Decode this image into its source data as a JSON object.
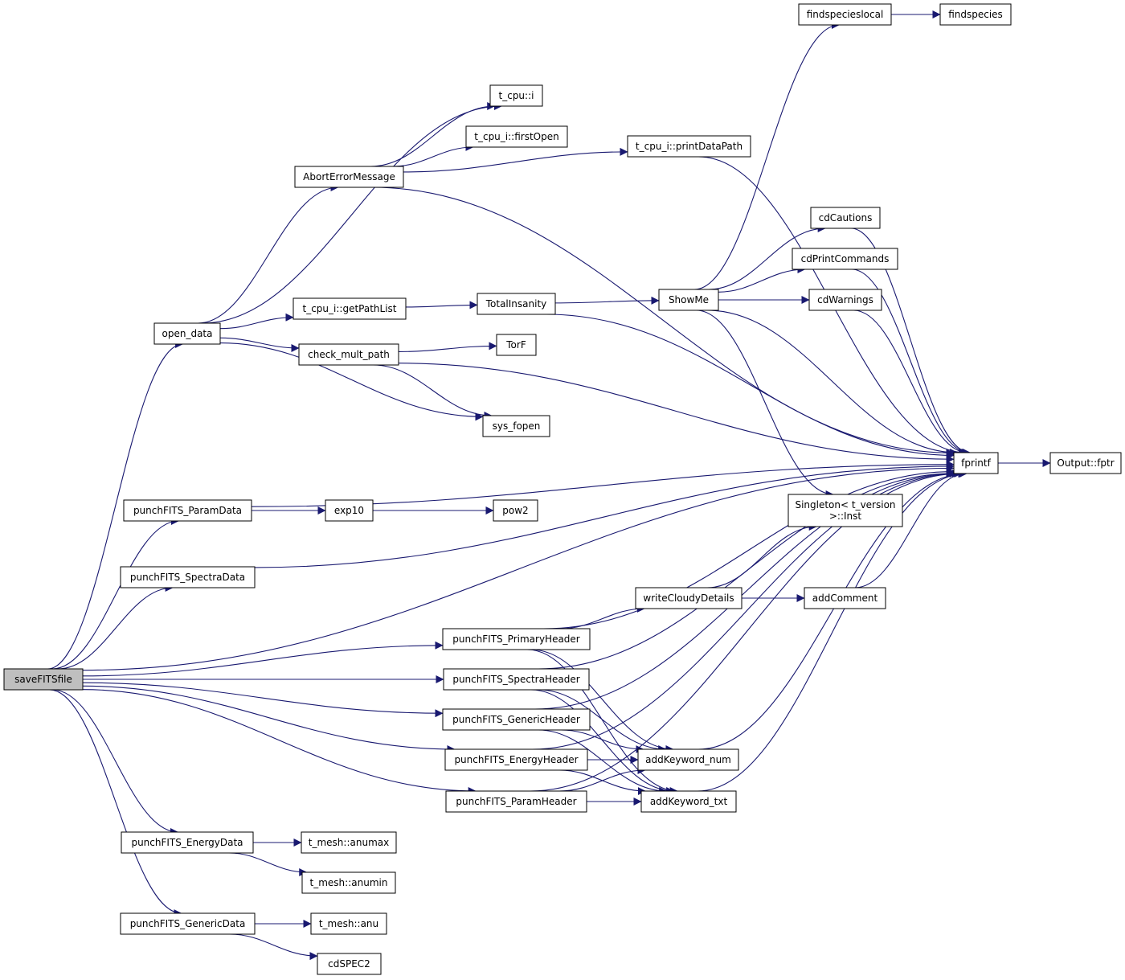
{
  "graph": {
    "type": "call-graph",
    "edge_color": "#191970",
    "root_fill": "#bfbfbf",
    "nodes": [
      {
        "id": "saveFITSfile",
        "lines": [
          "saveFITSfile"
        ],
        "root": true
      },
      {
        "id": "open_data",
        "lines": [
          "open_data"
        ]
      },
      {
        "id": "punchFITS_ParamData",
        "lines": [
          "punchFITS_ParamData"
        ]
      },
      {
        "id": "punchFITS_SpectraData",
        "lines": [
          "punchFITS_SpectraData"
        ]
      },
      {
        "id": "punchFITS_EnergyData",
        "lines": [
          "punchFITS_EnergyData"
        ]
      },
      {
        "id": "punchFITS_GenericData",
        "lines": [
          "punchFITS_GenericData"
        ]
      },
      {
        "id": "AbortErrorMessage",
        "lines": [
          "AbortErrorMessage"
        ]
      },
      {
        "id": "t_cpu_i_getPathList",
        "lines": [
          "t_cpu_i::getPathList"
        ]
      },
      {
        "id": "check_mult_path",
        "lines": [
          "check_mult_path"
        ]
      },
      {
        "id": "t_cpu_i",
        "lines": [
          "t_cpu::i"
        ]
      },
      {
        "id": "t_cpu_i_firstOpen",
        "lines": [
          "t_cpu_i::firstOpen"
        ]
      },
      {
        "id": "TotalInsanity",
        "lines": [
          "TotalInsanity"
        ]
      },
      {
        "id": "TorF",
        "lines": [
          "TorF"
        ]
      },
      {
        "id": "sys_fopen",
        "lines": [
          "sys_fopen"
        ]
      },
      {
        "id": "exp10",
        "lines": [
          "exp10"
        ]
      },
      {
        "id": "pow2",
        "lines": [
          "pow2"
        ]
      },
      {
        "id": "punchFITS_PrimaryHeader",
        "lines": [
          "punchFITS_PrimaryHeader"
        ]
      },
      {
        "id": "punchFITS_SpectraHeader",
        "lines": [
          "punchFITS_SpectraHeader"
        ]
      },
      {
        "id": "punchFITS_GenericHeader",
        "lines": [
          "punchFITS_GenericHeader"
        ]
      },
      {
        "id": "punchFITS_EnergyHeader",
        "lines": [
          "punchFITS_EnergyHeader"
        ]
      },
      {
        "id": "punchFITS_ParamHeader",
        "lines": [
          "punchFITS_ParamHeader"
        ]
      },
      {
        "id": "t_mesh_anumax",
        "lines": [
          "t_mesh::anumax"
        ]
      },
      {
        "id": "t_mesh_anumin",
        "lines": [
          "t_mesh::anumin"
        ]
      },
      {
        "id": "t_mesh_anu",
        "lines": [
          "t_mesh::anu"
        ]
      },
      {
        "id": "cdSPEC2",
        "lines": [
          "cdSPEC2"
        ]
      },
      {
        "id": "t_cpu_i_printDataPath",
        "lines": [
          "t_cpu_i::printDataPath"
        ]
      },
      {
        "id": "ShowMe",
        "lines": [
          "ShowMe"
        ]
      },
      {
        "id": "writeCloudyDetails",
        "lines": [
          "writeCloudyDetails"
        ]
      },
      {
        "id": "addKeyword_num",
        "lines": [
          "addKeyword_num"
        ]
      },
      {
        "id": "addKeyword_txt",
        "lines": [
          "addKeyword_txt"
        ]
      },
      {
        "id": "findspecieslocal",
        "lines": [
          "findspecieslocal"
        ]
      },
      {
        "id": "findspecies",
        "lines": [
          "findspecies"
        ]
      },
      {
        "id": "cdCautions",
        "lines": [
          "cdCautions"
        ]
      },
      {
        "id": "cdPrintCommands",
        "lines": [
          "cdPrintCommands"
        ]
      },
      {
        "id": "cdWarnings",
        "lines": [
          "cdWarnings"
        ]
      },
      {
        "id": "Singleton_Inst",
        "lines": [
          "Singleton< t_version",
          ">::Inst"
        ]
      },
      {
        "id": "addComment",
        "lines": [
          "addComment"
        ]
      },
      {
        "id": "fprintf",
        "lines": [
          "fprintf"
        ]
      },
      {
        "id": "Output_fptr",
        "lines": [
          "Output::fptr"
        ]
      }
    ],
    "edges": [
      {
        "from": "saveFITSfile",
        "to": "open_data"
      },
      {
        "from": "saveFITSfile",
        "to": "punchFITS_ParamData"
      },
      {
        "from": "saveFITSfile",
        "to": "punchFITS_SpectraData"
      },
      {
        "from": "saveFITSfile",
        "to": "punchFITS_PrimaryHeader"
      },
      {
        "from": "saveFITSfile",
        "to": "punchFITS_SpectraHeader"
      },
      {
        "from": "saveFITSfile",
        "to": "punchFITS_GenericHeader"
      },
      {
        "from": "saveFITSfile",
        "to": "punchFITS_EnergyHeader"
      },
      {
        "from": "saveFITSfile",
        "to": "punchFITS_ParamHeader"
      },
      {
        "from": "saveFITSfile",
        "to": "punchFITS_EnergyData"
      },
      {
        "from": "saveFITSfile",
        "to": "punchFITS_GenericData"
      },
      {
        "from": "saveFITSfile",
        "to": "fprintf"
      },
      {
        "from": "open_data",
        "to": "t_cpu_i"
      },
      {
        "from": "open_data",
        "to": "AbortErrorMessage"
      },
      {
        "from": "open_data",
        "to": "t_cpu_i_getPathList"
      },
      {
        "from": "open_data",
        "to": "check_mult_path"
      },
      {
        "from": "open_data",
        "to": "sys_fopen"
      },
      {
        "from": "AbortErrorMessage",
        "to": "t_cpu_i"
      },
      {
        "from": "AbortErrorMessage",
        "to": "t_cpu_i_firstOpen"
      },
      {
        "from": "AbortErrorMessage",
        "to": "t_cpu_i_printDataPath"
      },
      {
        "from": "AbortErrorMessage",
        "to": "fprintf"
      },
      {
        "from": "t_cpu_i_printDataPath",
        "to": "fprintf"
      },
      {
        "from": "t_cpu_i_getPathList",
        "to": "TotalInsanity"
      },
      {
        "from": "TotalInsanity",
        "to": "ShowMe"
      },
      {
        "from": "TotalInsanity",
        "to": "fprintf"
      },
      {
        "from": "check_mult_path",
        "to": "TorF"
      },
      {
        "from": "check_mult_path",
        "to": "sys_fopen"
      },
      {
        "from": "check_mult_path",
        "to": "fprintf"
      },
      {
        "from": "ShowMe",
        "to": "findspecieslocal"
      },
      {
        "from": "ShowMe",
        "to": "cdCautions"
      },
      {
        "from": "ShowMe",
        "to": "cdPrintCommands"
      },
      {
        "from": "ShowMe",
        "to": "cdWarnings"
      },
      {
        "from": "ShowMe",
        "to": "Singleton_Inst"
      },
      {
        "from": "ShowMe",
        "to": "fprintf"
      },
      {
        "from": "findspecieslocal",
        "to": "findspecies"
      },
      {
        "from": "cdCautions",
        "to": "fprintf"
      },
      {
        "from": "cdPrintCommands",
        "to": "fprintf"
      },
      {
        "from": "cdWarnings",
        "to": "fprintf"
      },
      {
        "from": "punchFITS_ParamData",
        "to": "exp10"
      },
      {
        "from": "punchFITS_ParamData",
        "to": "fprintf"
      },
      {
        "from": "exp10",
        "to": "pow2"
      },
      {
        "from": "punchFITS_SpectraData",
        "to": "fprintf"
      },
      {
        "from": "punchFITS_PrimaryHeader",
        "to": "writeCloudyDetails"
      },
      {
        "from": "punchFITS_PrimaryHeader",
        "to": "fprintf"
      },
      {
        "from": "punchFITS_PrimaryHeader",
        "to": "addKeyword_num"
      },
      {
        "from": "punchFITS_PrimaryHeader",
        "to": "addKeyword_txt"
      },
      {
        "from": "writeCloudyDetails",
        "to": "Singleton_Inst"
      },
      {
        "from": "writeCloudyDetails",
        "to": "addComment"
      },
      {
        "from": "addComment",
        "to": "fprintf"
      },
      {
        "from": "punchFITS_SpectraHeader",
        "to": "fprintf"
      },
      {
        "from": "punchFITS_SpectraHeader",
        "to": "addKeyword_num"
      },
      {
        "from": "punchFITS_SpectraHeader",
        "to": "addKeyword_txt"
      },
      {
        "from": "punchFITS_GenericHeader",
        "to": "fprintf"
      },
      {
        "from": "punchFITS_GenericHeader",
        "to": "addKeyword_num"
      },
      {
        "from": "punchFITS_GenericHeader",
        "to": "addKeyword_txt"
      },
      {
        "from": "punchFITS_EnergyHeader",
        "to": "addKeyword_num"
      },
      {
        "from": "punchFITS_EnergyHeader",
        "to": "addKeyword_txt"
      },
      {
        "from": "punchFITS_EnergyHeader",
        "to": "fprintf"
      },
      {
        "from": "punchFITS_ParamHeader",
        "to": "addKeyword_num"
      },
      {
        "from": "punchFITS_ParamHeader",
        "to": "addKeyword_txt"
      },
      {
        "from": "punchFITS_ParamHeader",
        "to": "fprintf"
      },
      {
        "from": "addKeyword_num",
        "to": "fprintf"
      },
      {
        "from": "addKeyword_txt",
        "to": "fprintf"
      },
      {
        "from": "punchFITS_EnergyData",
        "to": "t_mesh_anumax"
      },
      {
        "from": "punchFITS_EnergyData",
        "to": "t_mesh_anumin"
      },
      {
        "from": "punchFITS_GenericData",
        "to": "t_mesh_anu"
      },
      {
        "from": "punchFITS_GenericData",
        "to": "cdSPEC2"
      },
      {
        "from": "fprintf",
        "to": "Output_fptr"
      }
    ]
  }
}
